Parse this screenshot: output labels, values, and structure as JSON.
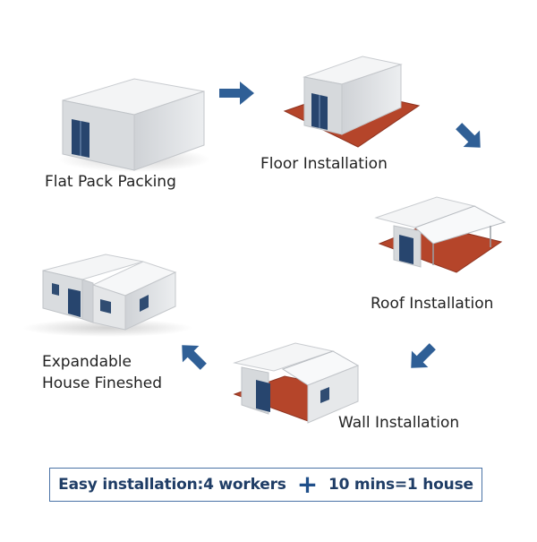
{
  "steps": {
    "flat_pack": "Flat Pack Packing",
    "floor": "Floor Installation",
    "roof": "Roof Installation",
    "wall": "Wall Installation",
    "expandable_line1": "Expandable",
    "expandable_line2": "House Fineshed"
  },
  "footer": {
    "part1": "Easy installation:4 workers",
    "plus": "+",
    "part2": "10 mins=1 house"
  },
  "colors": {
    "arrow": "#2f5f96",
    "floor": "#b5452a",
    "wall": "#e4e6e8",
    "roof": "#f4f5f6",
    "door": "#27456e",
    "border": "#4a72a6",
    "footer_text": "#1f3d66"
  }
}
